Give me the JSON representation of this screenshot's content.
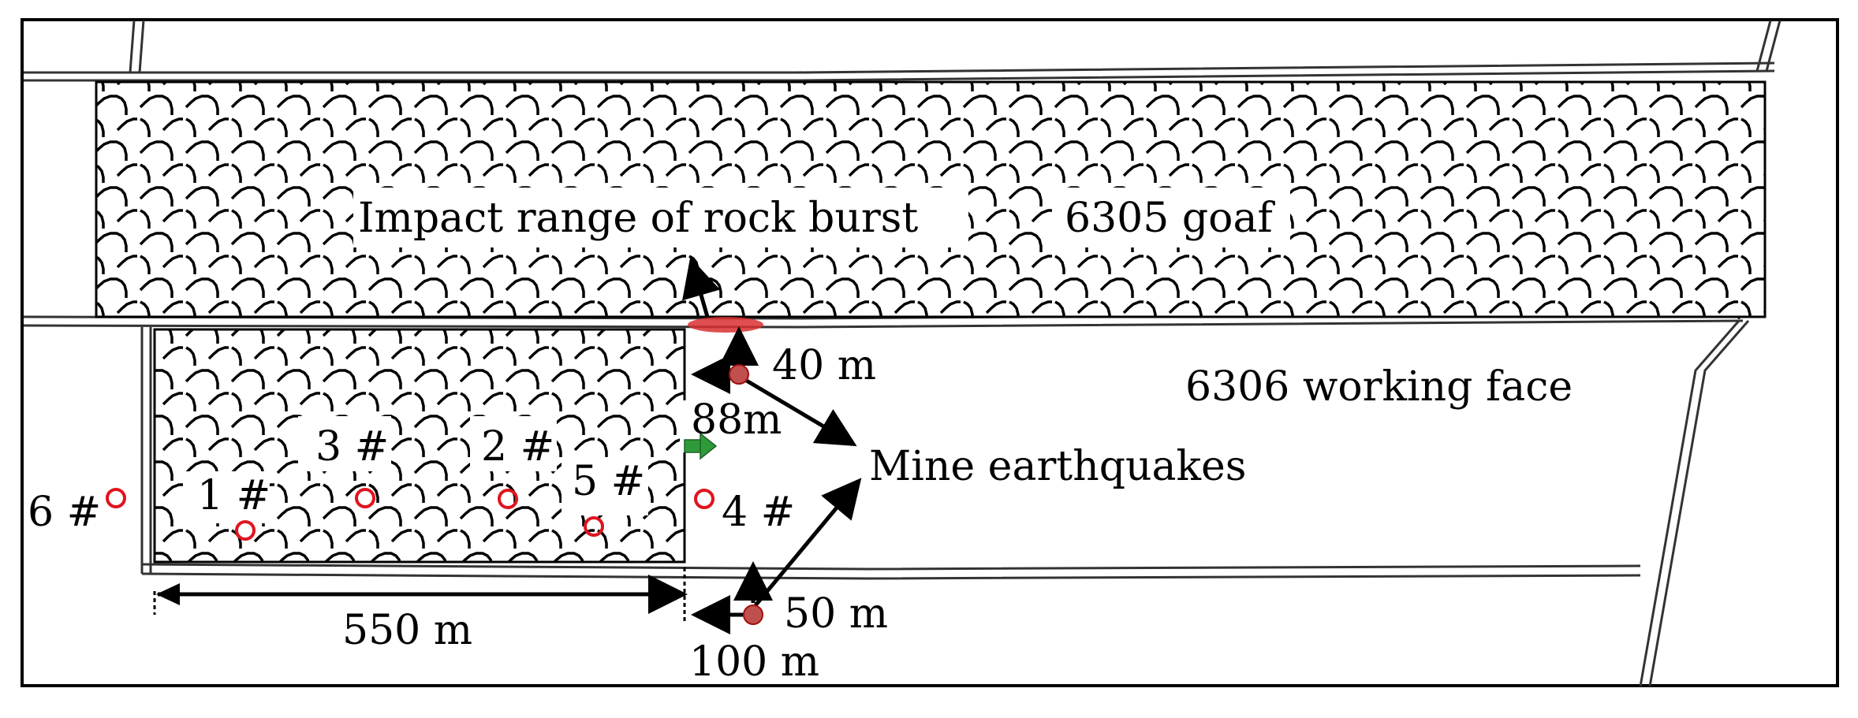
{
  "labels": {
    "goaf": "6305 goaf",
    "impact": "Impact range of rock burst",
    "working_face": "6306 working face",
    "mine_eq": "Mine earthquakes",
    "d40": "40 m",
    "d88": "88m",
    "d50": "50 m",
    "d100": "100 m",
    "d550": "550 m"
  },
  "stations": [
    {
      "id": "1",
      "label": "1 #"
    },
    {
      "id": "2",
      "label": "2 #"
    },
    {
      "id": "3",
      "label": "3 #"
    },
    {
      "id": "4",
      "label": "4 #"
    },
    {
      "id": "5",
      "label": "5 #"
    },
    {
      "id": "6",
      "label": "6 #"
    }
  ],
  "colors": {
    "station": "#e0141e",
    "event_fill": "#c0504d",
    "event_stroke": "#a01010",
    "impact_zone": "#d93030",
    "advance_arrow": "#2e9a3a",
    "line": "#000000"
  }
}
